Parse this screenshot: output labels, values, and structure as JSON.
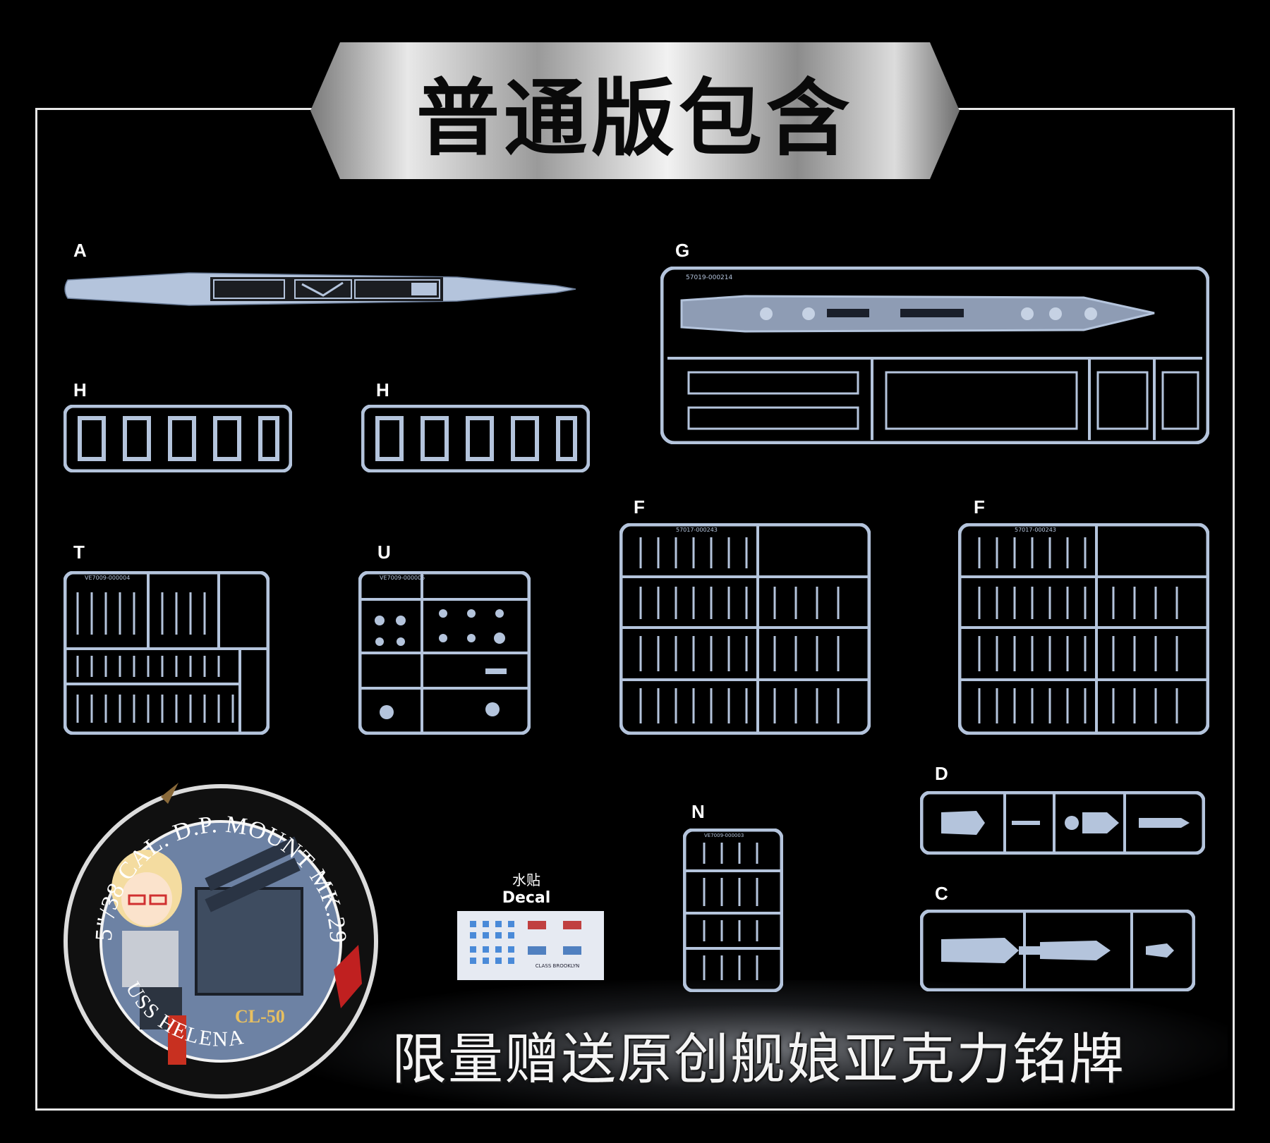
{
  "banner": {
    "title": "普通版包含"
  },
  "sprues": {
    "A": {
      "label": "A"
    },
    "G": {
      "label": "G",
      "code": "57019-000214"
    },
    "H1": {
      "label": "H"
    },
    "H2": {
      "label": "H"
    },
    "T": {
      "label": "T",
      "code": "VE7009-000004"
    },
    "U": {
      "label": "U",
      "code": "VE7009-000005"
    },
    "F1": {
      "label": "F",
      "code": "57017-000243"
    },
    "F2": {
      "label": "F",
      "code": "57017-000243"
    },
    "D": {
      "label": "D"
    },
    "C": {
      "label": "C"
    },
    "N": {
      "label": "N",
      "code": "VE7009-000003"
    }
  },
  "decal": {
    "label_zh": "水贴",
    "label_en": "Decal",
    "brand": "CLASS BROOKLYN"
  },
  "badge": {
    "arc_top": "5\"/38 CAL. D.P. MOUNT MK.29",
    "arc_bottom": "USS HELENA",
    "hull": "CL-50"
  },
  "promo": {
    "text": "限量赠送原创舰娘亚克力铭牌"
  },
  "colors": {
    "sprue": "#b4c4dc",
    "background": "#000000",
    "frame": "#e8e8e8"
  }
}
